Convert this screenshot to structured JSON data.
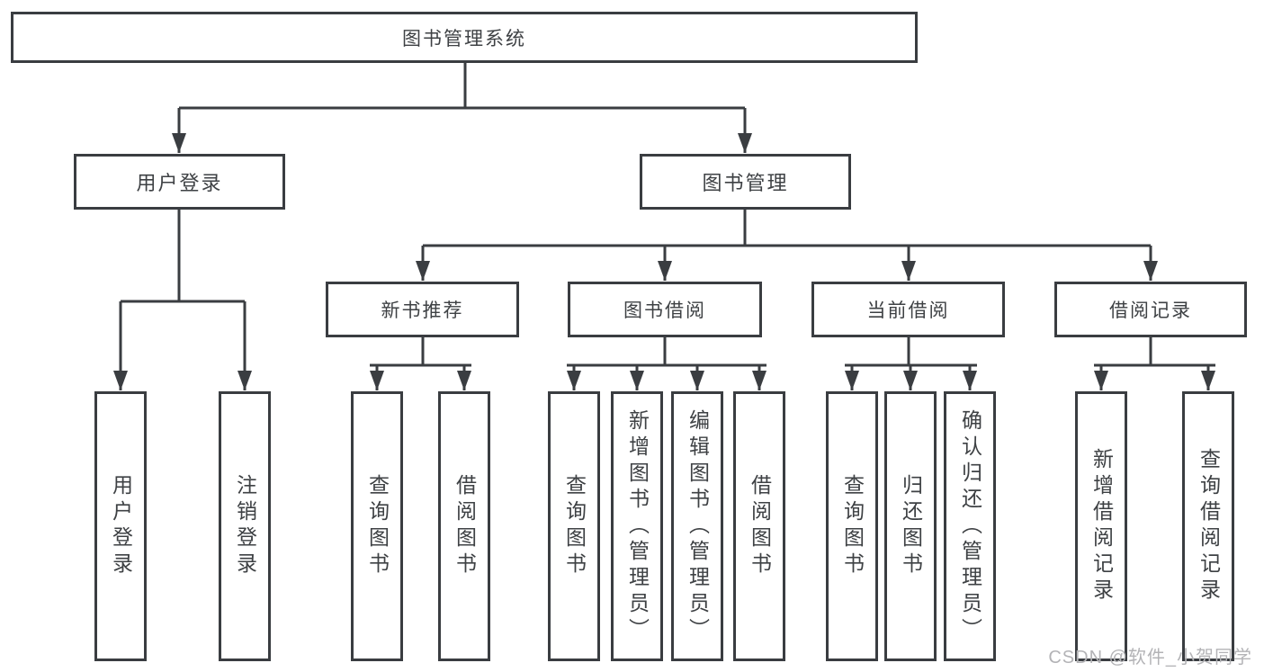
{
  "colors": {
    "line": "#3a3d41",
    "text": "#3e4144",
    "watermark": "#b3b3b6",
    "background": "#ffffff"
  },
  "nodes": {
    "root": "图书管理系统",
    "branches": [
      {
        "label": "用户登录",
        "children": [
          "用户登录",
          "注销登录"
        ]
      },
      {
        "label": "图书管理"
      }
    ],
    "sections": [
      {
        "label": "新书推荐",
        "children": [
          "查询图书",
          "借阅图书"
        ]
      },
      {
        "label": "图书借阅",
        "children": [
          "查询图书",
          "新增图书（管理员）",
          "编辑图书（管理员）",
          "借阅图书"
        ]
      },
      {
        "label": "当前借阅",
        "children": [
          "查询图书",
          "归还图书",
          "确认归还（管理员）"
        ]
      },
      {
        "label": "借阅记录",
        "children": [
          "新增借阅记录",
          "查询借阅记录"
        ]
      }
    ]
  },
  "watermark": {
    "text": "CSDN @软件_小贺同学"
  }
}
